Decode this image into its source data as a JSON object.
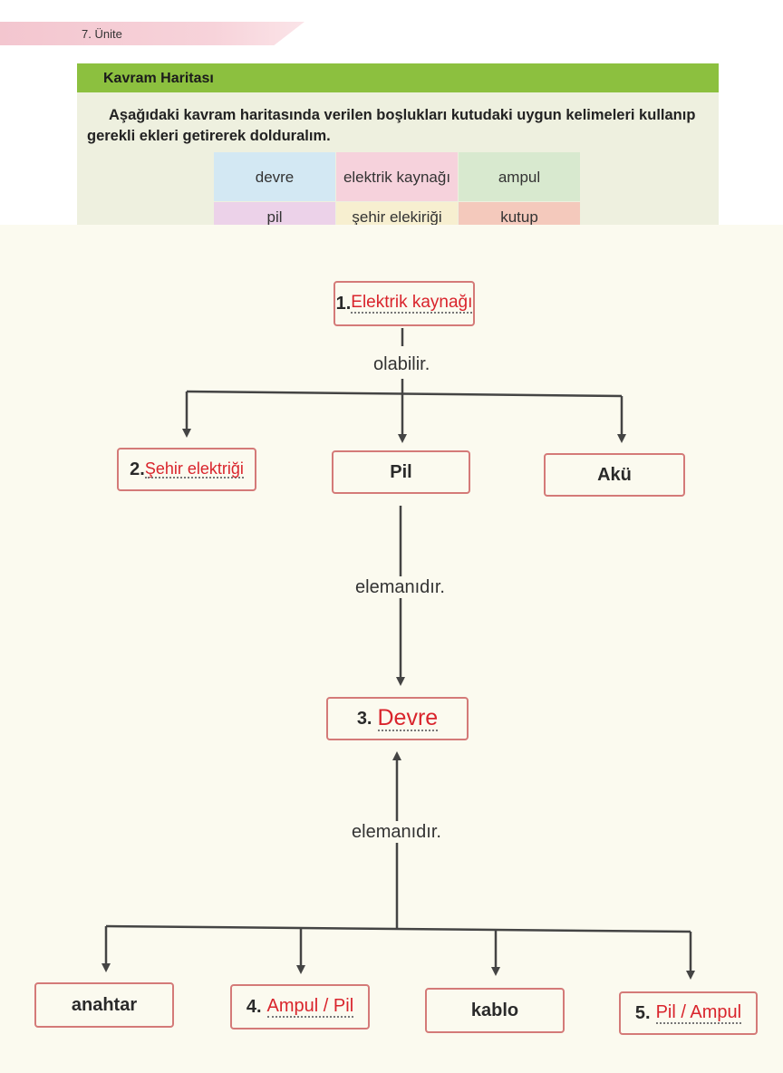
{
  "unit_label": "7. Ünite",
  "section": {
    "title": "Kavram Haritası",
    "instruction": "Aşağıdaki kavram haritasında verilen boşlukları kutudaki uygun kelimeleri kullanıp gerekli ekleri getirerek dolduralım."
  },
  "word_box": [
    {
      "text": "devre",
      "color": "#d3e8f3"
    },
    {
      "text": "elektrik kaynağı",
      "color": "#f6d2dc"
    },
    {
      "text": "ampul",
      "color": "#d8e9cf"
    },
    {
      "text": "pil",
      "color": "#ecd2e9"
    },
    {
      "text": "şehir elekiriği",
      "color": "#f7efd0"
    },
    {
      "text": "kutup",
      "color": "#f4c9bc"
    }
  ],
  "map": {
    "node1": {
      "num": "1.",
      "answer": "Elektrik kaynağı"
    },
    "link_olabilir": "olabilir.",
    "node2": {
      "num": "2.",
      "answer": "Şehir elektriği"
    },
    "node_pil": "Pil",
    "node_aku": "Akü",
    "link_elemanidir_top": "elemanıdır.",
    "node3": {
      "num": "3.",
      "answer": "Devre"
    },
    "link_elemanidir_bottom": "elemanıdır.",
    "node_anahtar": "anahtar",
    "node4": {
      "num": "4.",
      "answer": "Ampul / Pil"
    },
    "node_kablo": "kablo",
    "node5": {
      "num": "5.",
      "answer": "Pil / Ampul"
    }
  },
  "colors": {
    "header_green": "#8cc03f",
    "node_border": "#d47a78",
    "answer_red": "#d9242c"
  }
}
